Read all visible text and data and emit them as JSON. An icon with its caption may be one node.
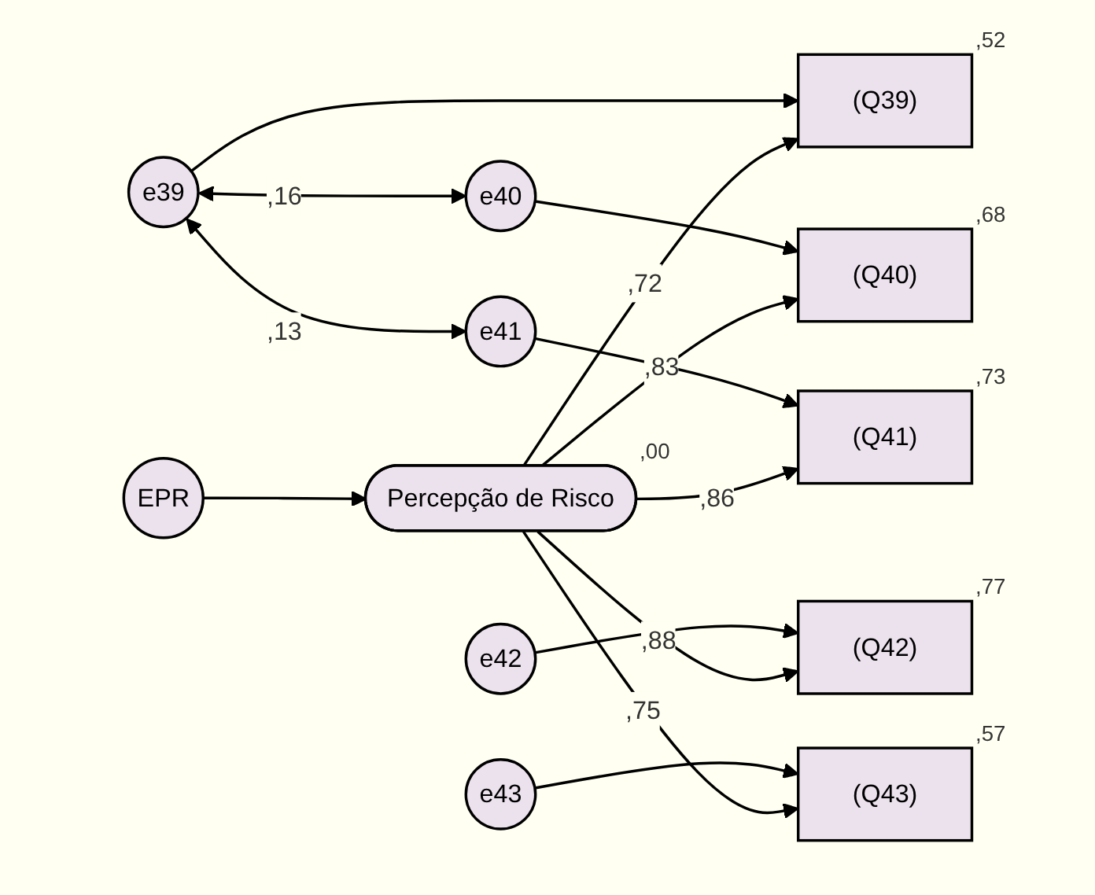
{
  "diagram": {
    "nodes": [
      {
        "text": [
          "EPR"
        ]
      },
      {
        "text": [
          "Percepção de Risco"
        ],
        "beside": [
          ",00"
        ]
      },
      {
        "text": [
          "(Q39)"
        ],
        "beside": [
          ",52"
        ]
      },
      {
        "text": [
          "(Q40)"
        ],
        "beside": [
          ",68"
        ]
      },
      {
        "text": [
          "(Q41)"
        ],
        "beside": [
          ",73"
        ]
      },
      {
        "text": [
          "(Q42)"
        ],
        "beside": [
          ",77"
        ]
      },
      {
        "text": [
          "(Q43)"
        ],
        "beside": [
          ",57"
        ]
      },
      {
        "text": [
          "e39"
        ]
      },
      {
        "text": [
          "e40"
        ]
      },
      {
        "text": [
          "e41"
        ]
      },
      {
        "text": [
          "e42"
        ]
      },
      {
        "text": [
          "e43"
        ]
      }
    ],
    "edges": [
      {
        "from": 0,
        "to": 1,
        "arrow": "to"
      },
      {
        "from": 1,
        "to": 2,
        "arrow": "to",
        "label": ",72"
      },
      {
        "from": 1,
        "to": 3,
        "arrow": "to",
        "label": ",83"
      },
      {
        "from": 1,
        "to": 4,
        "arrow": "to",
        "label": ",86"
      },
      {
        "from": 1,
        "to": 5,
        "arrow": "to",
        "label": ",88"
      },
      {
        "from": 1,
        "to": 6,
        "arrow": "to",
        "label": ",75"
      },
      {
        "from": 7,
        "to": 2,
        "arrow": "to"
      },
      {
        "from": 8,
        "to": 3,
        "arrow": "to"
      },
      {
        "from": 9,
        "to": 4,
        "arrow": "to"
      },
      {
        "from": 10,
        "to": 5,
        "arrow": "to"
      },
      {
        "from": 11,
        "to": 6,
        "arrow": "to"
      },
      {
        "from": 7,
        "to": 8,
        "arrow": "both",
        "label": ",16"
      },
      {
        "from": 7,
        "to": 9,
        "arrow": "both",
        "label": ",13"
      }
    ]
  }
}
